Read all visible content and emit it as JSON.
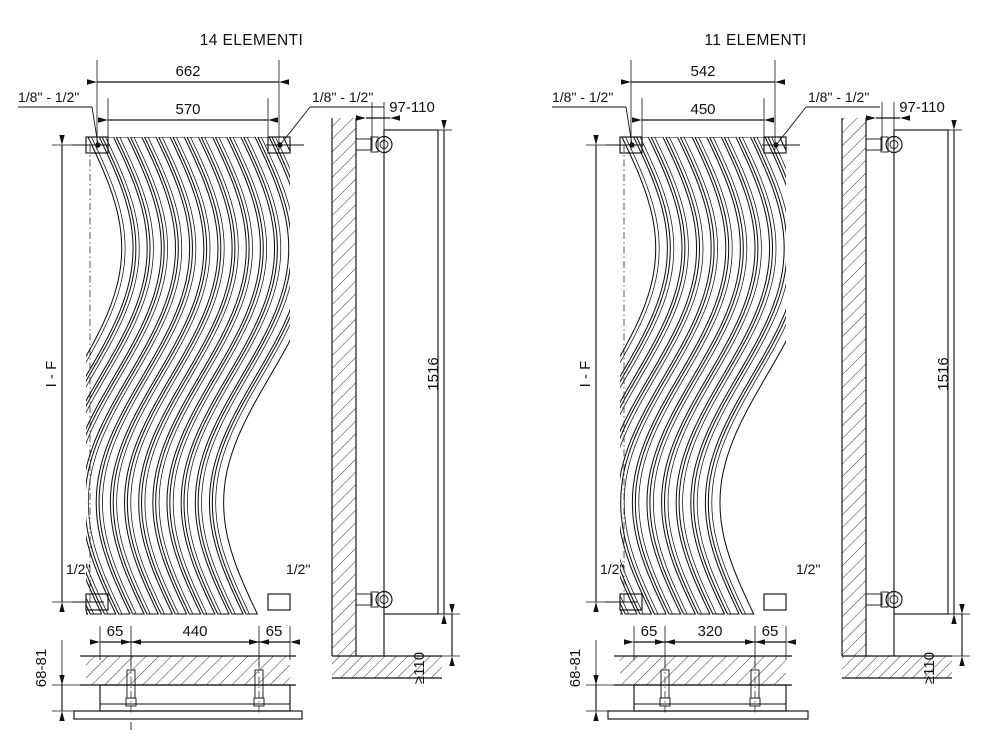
{
  "drawing": {
    "type": "technical-dimensioned-drawing",
    "subject": "wavy-panel-designer-radiator",
    "views_per_panel": [
      "front-elevation",
      "side-section",
      "bottom-plan-mounting-detail"
    ],
    "units": "mm (unless inch fractions shown)"
  },
  "panels": [
    {
      "id": "left",
      "title": "14 ELEMENTI",
      "element_count": 14,
      "dimensions": {
        "overall_width": "662",
        "centre_width": "570",
        "height": "1516",
        "height_label": "I - F",
        "depth": "97-110",
        "bracket_left": "65",
        "bracket_centre": "440",
        "bracket_right": "65",
        "bracket_height": "68-81",
        "floor_clearance": "≥110"
      },
      "connections": {
        "top_left": "1/8\" - 1/2\"",
        "top_right": "1/8\" - 1/2\"",
        "bottom_left": "1/2\"",
        "bottom_right": "1/2\""
      }
    },
    {
      "id": "right",
      "title": "11 ELEMENTI",
      "element_count": 11,
      "dimensions": {
        "overall_width": "542",
        "centre_width": "450",
        "height": "1516",
        "height_label": "I - F",
        "depth": "97-110",
        "bracket_left": "65",
        "bracket_centre": "320",
        "bracket_right": "65",
        "bracket_height": "68-81",
        "floor_clearance": "≥110"
      },
      "connections": {
        "top_left": "1/8\" - 1/2\"",
        "top_right": "1/8\" - 1/2\"",
        "bottom_left": "1/2\"",
        "bottom_right": "1/2\""
      }
    }
  ],
  "colors": {
    "line": "#111111",
    "background": "#ffffff"
  }
}
